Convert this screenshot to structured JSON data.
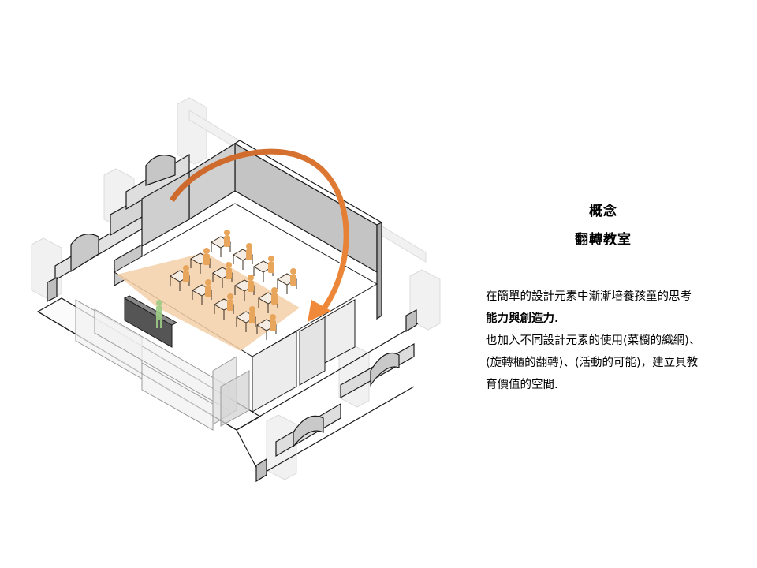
{
  "slide": {
    "title": {
      "line1": "概念",
      "line2": "翻轉教室"
    },
    "body": {
      "para1_line1": "在簡單的設計元素中漸漸培養孩童的思考",
      "para1_line2": "能力與創造力.",
      "para2_line1": "也加入不同設計元素的使用(菜櫥的織網)、",
      "para2_line2": "(旋轉櫃的翻轉)、(活動的可能)，建立具教",
      "para2_line3": "育價值的空間."
    },
    "illustration": {
      "subject": "isometric classroom axonometric diagram",
      "elements": [
        "arched-parapet-walls",
        "classroom-room-box",
        "student-desks",
        "student-figures",
        "teacher-figure",
        "blackboard",
        "rotation-arrow",
        "view-cone"
      ],
      "colors": {
        "arrow": "#e07b2e",
        "students": "#e8a55c",
        "view_cone": "#f3cfa8",
        "teacher": "#9ccc84",
        "wall_gray": "#b8b8b8",
        "ghost_gray": "#e6e6e6",
        "line": "#1a1a1a"
      },
      "desk_count": 13
    }
  }
}
